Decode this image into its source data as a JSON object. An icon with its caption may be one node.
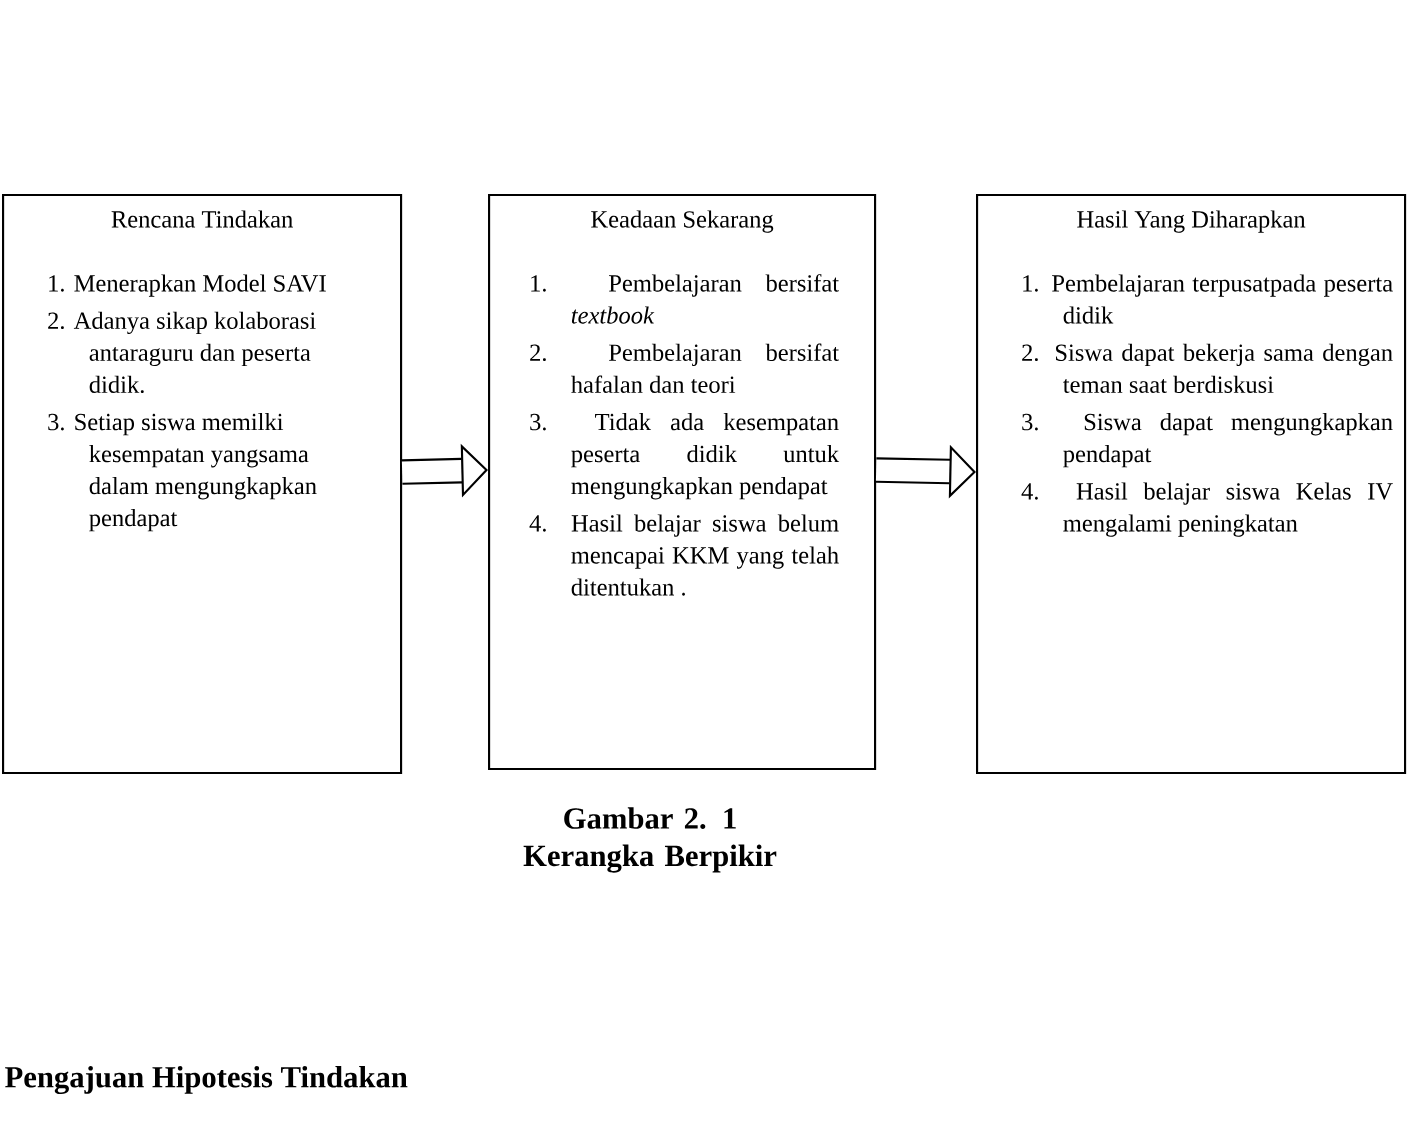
{
  "diagram": {
    "caption": "Gambar 2. 1 Kerangka Berpikir",
    "nodes": [
      {
        "text": [
          "Rencana Tindakan",
          "1. Menerapkan Model SAVI",
          "2. Adanya sikap kolaborasi antaraguru dan peserta didik.",
          "3. Setiap siswa memilki kesempatan yangsama dalam mengungkapkan pendapat"
        ]
      },
      {
        "text": [
          "Keadaan Sekarang",
          "1. Pembelajaran bersifat *textbook*",
          "2. Pembelajaran bersifat hafalan dan teori",
          "3. Tidak ada kesempatan peserta didik untuk mengungkapkan pendapat",
          "4. Hasil belajar siswa belum mencapai KKM yang telah ditentukan ."
        ]
      },
      {
        "text": [
          "Hasil Yang Diharapkan",
          "1. Pembelajaran terpusatpada peserta didik",
          "2. Siswa dapat bekerja sama dengan teman saat berdiskusi",
          "3. Siswa dapat mengungkapkan pendapat",
          "4. Hasil belajar siswa Kelas IV mengalami peningkatan"
        ]
      }
    ],
    "edges": [
      {
        "from": 0,
        "to": 1,
        "arrow": "to"
      },
      {
        "from": 1,
        "to": 2,
        "arrow": "to"
      }
    ],
    "labels": [
      "Pengajuan Hipotesis Tindakan"
    ]
  }
}
